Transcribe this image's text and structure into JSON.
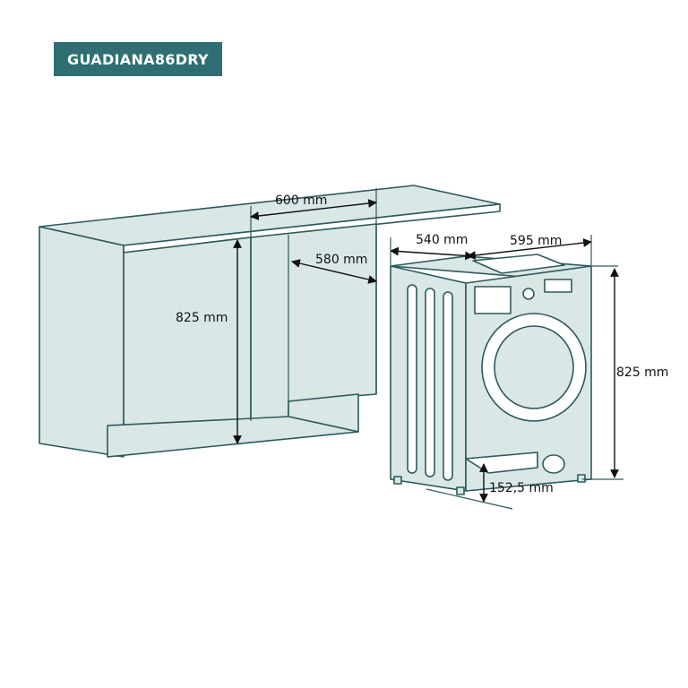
{
  "model": "GUADIANA86DRY",
  "dimensions": {
    "cabinet_width": "600 mm",
    "cabinet_depth": "580 mm",
    "cabinet_height": "825 mm",
    "machine_depth": "540 mm",
    "machine_width": "595 mm",
    "machine_height": "825 mm",
    "plinth_height": "152,5 mm"
  },
  "colors": {
    "badge": "#2f6f73",
    "line": "#2e5a5c",
    "fill": "#d9e7e6"
  }
}
